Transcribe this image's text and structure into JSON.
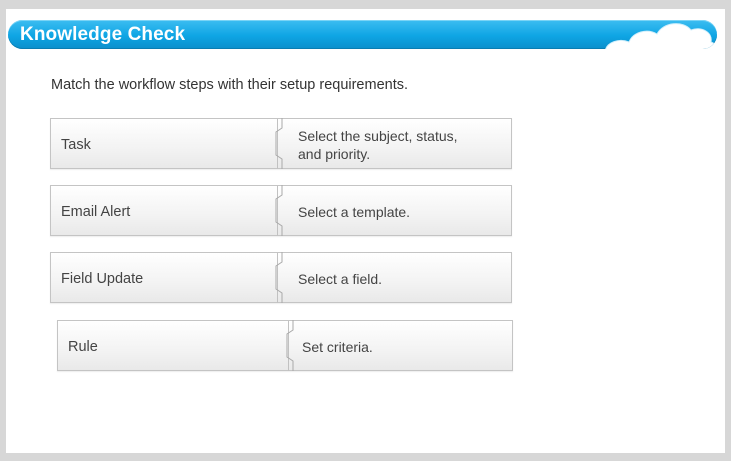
{
  "header": {
    "title": "Knowledge Check",
    "cloud_icon": "cloud-icon"
  },
  "colors": {
    "header_blue": "#0ea5e4",
    "card_background": "#ffffff",
    "frame_background": "#d7d7d7"
  },
  "question": {
    "instruction": "Match the workflow steps with their setup requirements."
  },
  "pairs": [
    {
      "step": "Task",
      "requirement_line1": "Select the subject, status,",
      "requirement_line2": "and priority."
    },
    {
      "step": "Email Alert",
      "requirement_line1": "Select a template.",
      "requirement_line2": ""
    },
    {
      "step": "Field Update",
      "requirement_line1": "Select a field.",
      "requirement_line2": ""
    },
    {
      "step": "Rule",
      "requirement_line1": "Set criteria.",
      "requirement_line2": ""
    }
  ]
}
